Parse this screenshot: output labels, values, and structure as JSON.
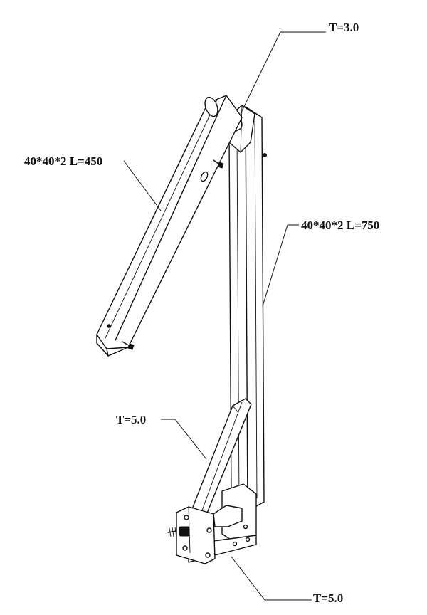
{
  "drawing": {
    "labels": {
      "top_plate": "T=3.0",
      "short_tube": "40*40*2 L=450",
      "long_tube": "40*40*2 L=750",
      "gusset": "T=5.0",
      "base_bracket": "T=5.0"
    }
  }
}
